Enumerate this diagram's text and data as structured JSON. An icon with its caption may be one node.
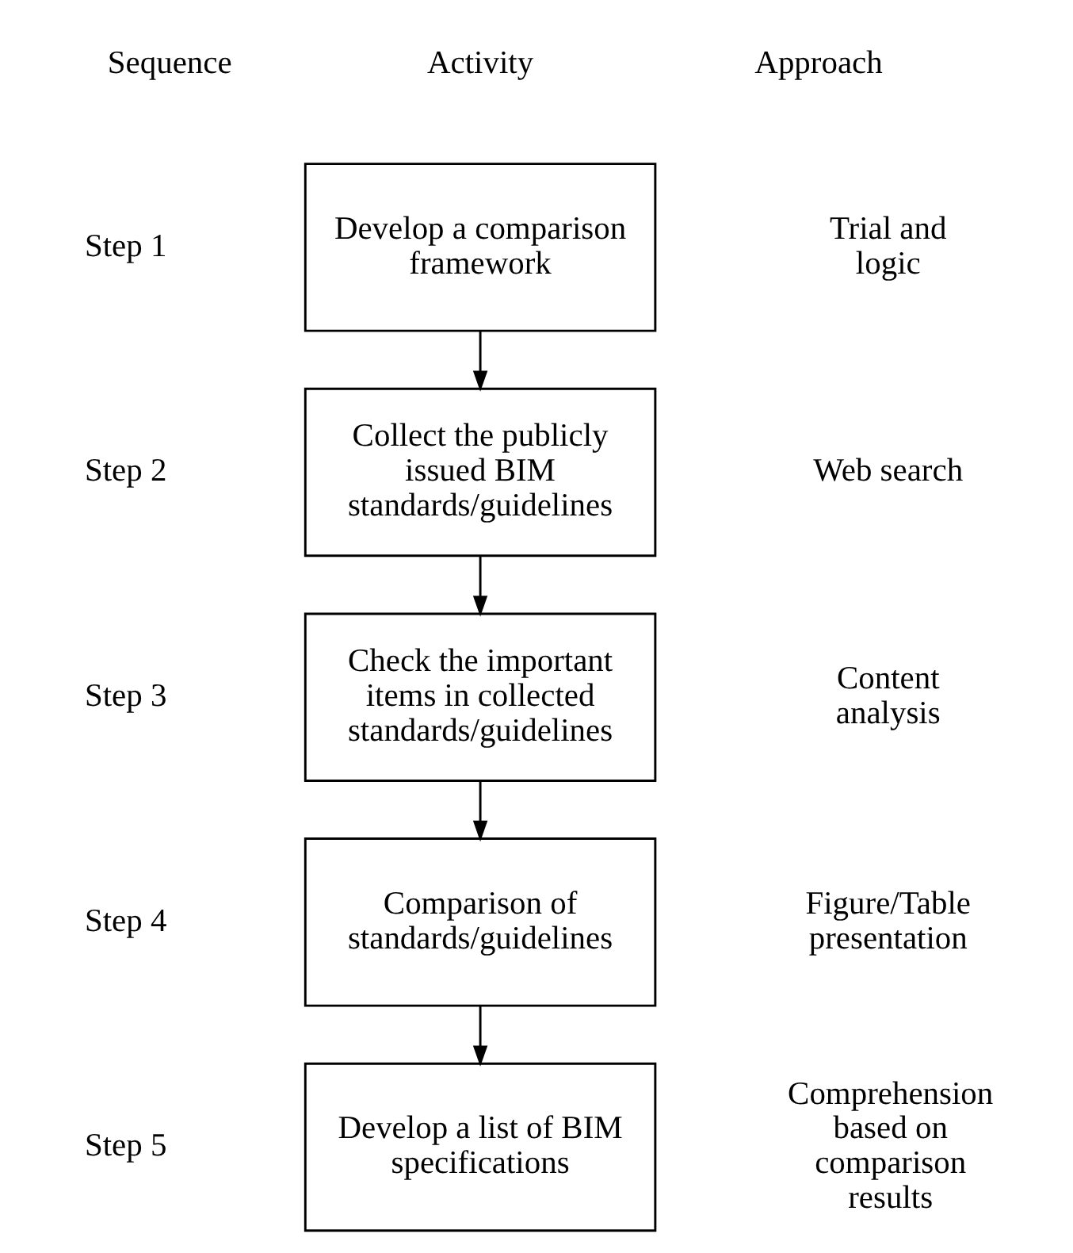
{
  "diagram": {
    "nodes": [
      {
        "text": [
          "Develop a comparison framework"
        ]
      },
      {
        "text": [
          "Collect the publicly issued BIM standards/guidelines"
        ]
      },
      {
        "text": [
          "Check the important items in collected standards/guidelines"
        ]
      },
      {
        "text": [
          "Comparison of standards/guidelines"
        ]
      },
      {
        "text": [
          "Develop a list of BIM specifications"
        ]
      }
    ],
    "edges": [
      {
        "from": 0,
        "to": 1,
        "arrow": "to"
      },
      {
        "from": 1,
        "to": 2,
        "arrow": "to"
      },
      {
        "from": 2,
        "to": 3,
        "arrow": "to"
      },
      {
        "from": 3,
        "to": 4,
        "arrow": "to"
      }
    ],
    "labels": [
      "Sequence",
      "Activity",
      "Approach",
      "Step 1",
      "Trial and logic",
      "Step 2",
      "Web search",
      "Step 3",
      "Content analysis",
      "Step 4",
      "Figure/Table presentation",
      "Step 5",
      "Comprehension based on comparison results"
    ]
  }
}
